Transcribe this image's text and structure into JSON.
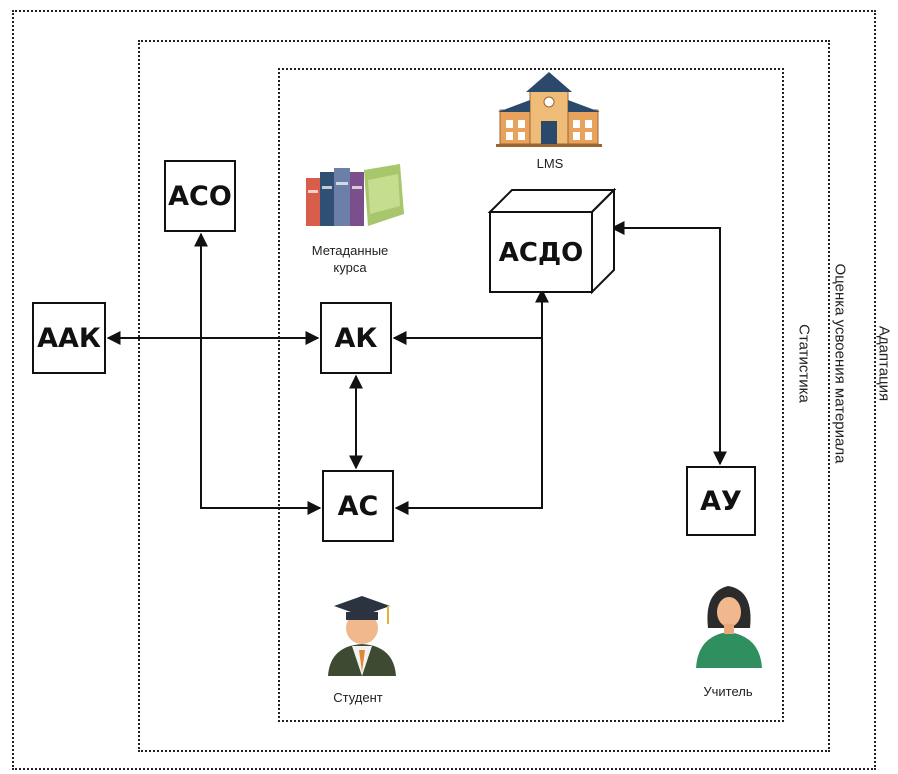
{
  "diagram": {
    "frames": {
      "outer_label": "Адаптация",
      "middle_label": "Оценка усвоения материала",
      "inner_label": "Статистика"
    },
    "nodes": {
      "aso": "АСО",
      "aak": "ААК",
      "ak": "АК",
      "as": "АС",
      "asdo": "АСДО",
      "ay": "АУ"
    },
    "captions": {
      "lms": "LMS",
      "metadata_line1": "Метаданные",
      "metadata_line2": "курса",
      "student": "Студент",
      "teacher": "Учитель"
    },
    "icons": [
      "university-building-icon",
      "books-icon",
      "student-graduate-icon",
      "teacher-icon"
    ]
  }
}
